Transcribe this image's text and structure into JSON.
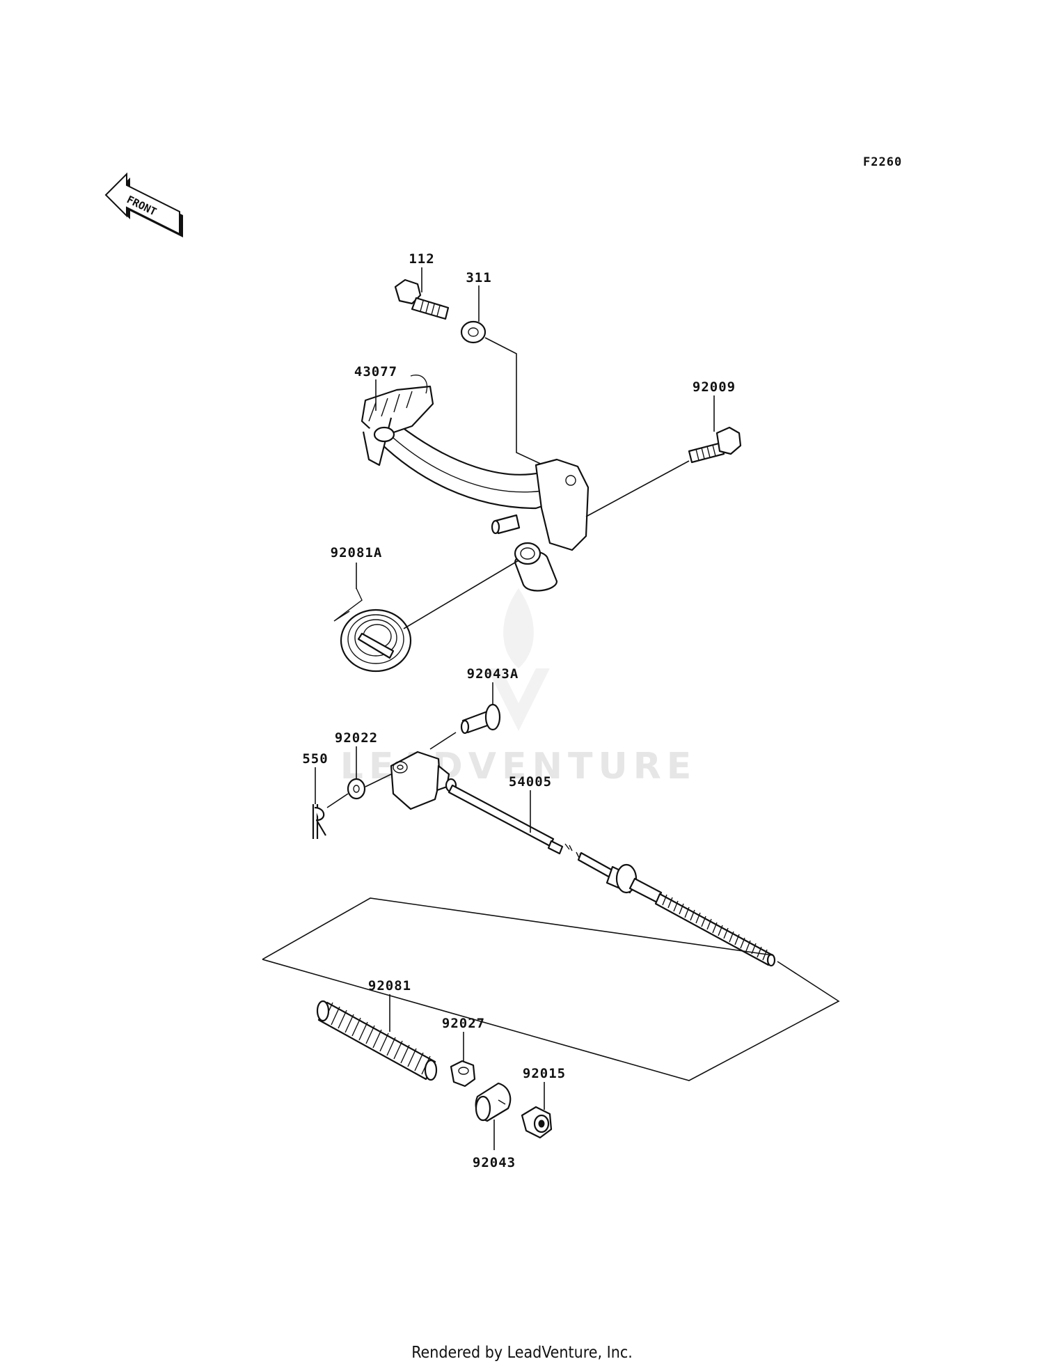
{
  "diagram_code": "F2260",
  "front_label": "FRONT",
  "watermark": "LEADVENTURE",
  "footer": "Rendered by LeadVenture, Inc.",
  "parts": {
    "bolt_112": "112",
    "collar_311": "311",
    "brake_pedal_43077": "43077",
    "bolt_92009": "92009",
    "torsion_spring_92081A": "92081A",
    "pin_92043A": "92043A",
    "washer_92022": "92022",
    "cotter_pin_550": "550",
    "brake_rod_54005": "54005",
    "spring_92081": "92081",
    "collar_92027": "92027",
    "nut_92015": "92015",
    "joint_92043": "92043"
  }
}
